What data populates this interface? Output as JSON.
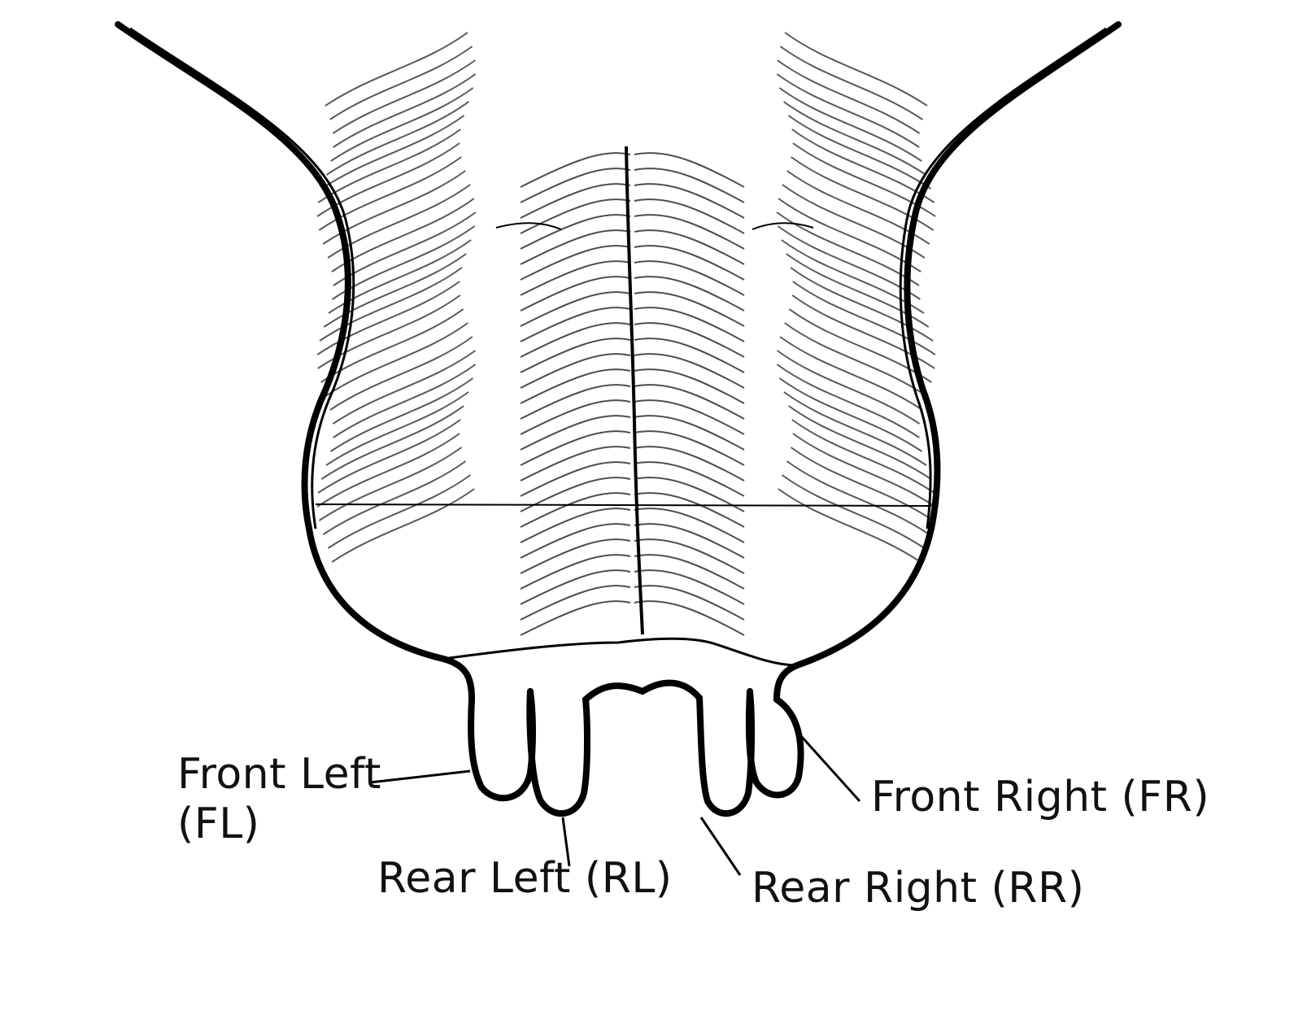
{
  "labels": {
    "front_left": "Front Left (FL)",
    "rear_left": "Rear Left (RL)",
    "rear_right": "Rear Right (RR)",
    "front_right": "Front Right (FR)"
  },
  "colors": {
    "ink": "#111111",
    "background": "#ffffff"
  }
}
